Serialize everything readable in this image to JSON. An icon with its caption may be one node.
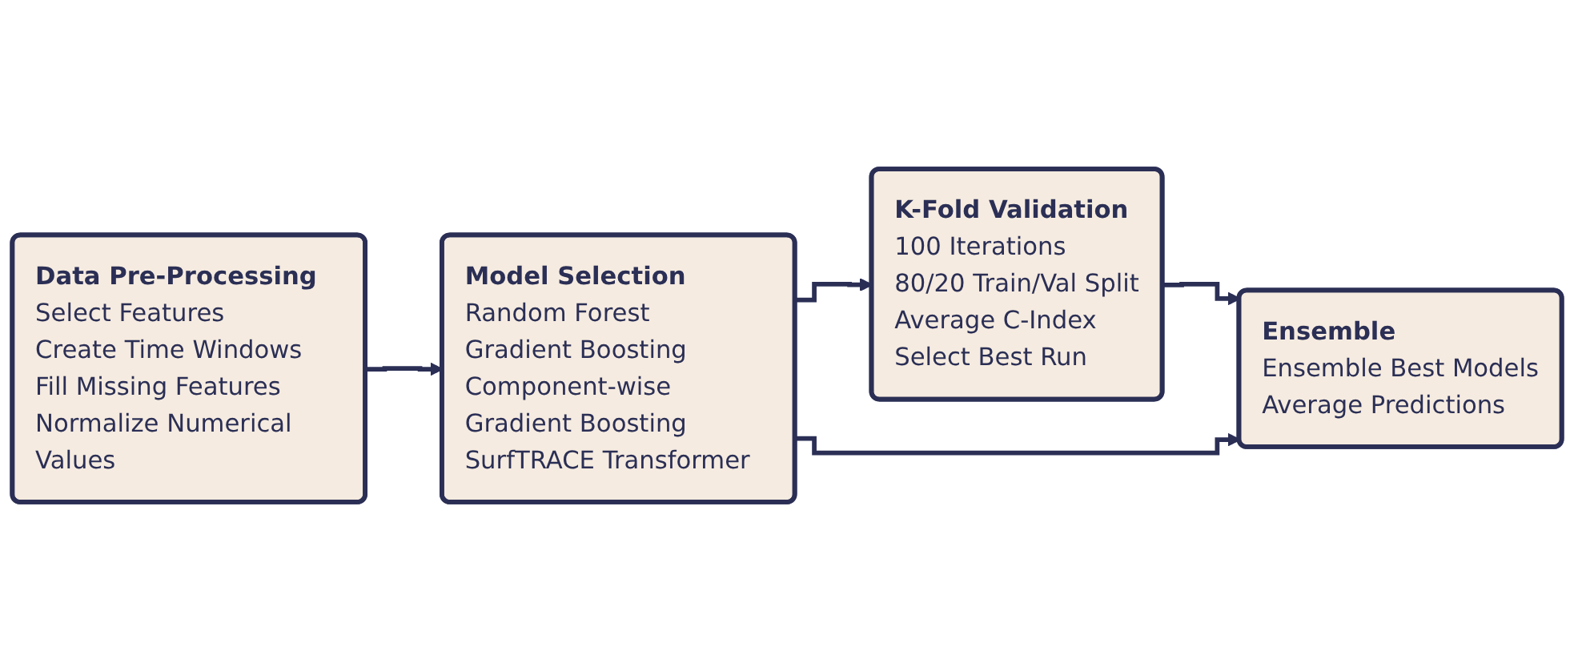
{
  "diagram": {
    "nodes": [
      {
        "text": [
          "Data Pre-Processing",
          "Select Features",
          "Create Time Windows",
          "Fill Missing Features",
          "Normalize Numerical Values"
        ]
      },
      {
        "text": [
          "Model Selection",
          "Random Forest",
          "Gradient Boosting",
          "Component-wise Gradient Boosting",
          "SurfTRACE Transformer"
        ]
      },
      {
        "text": [
          "K-Fold Validation",
          "100 Iterations",
          "80/20 Train/Val Split",
          "Average C-Index",
          "Select Best Run"
        ]
      },
      {
        "text": [
          "Ensemble",
          "Ensemble Best Models",
          "Average Predictions"
        ]
      }
    ],
    "edges": [
      {
        "from": 0,
        "to": 1,
        "arrow": "to"
      },
      {
        "from": 1,
        "to": 2,
        "arrow": "to"
      },
      {
        "from": 2,
        "to": 3,
        "arrow": "to"
      },
      {
        "from": 1,
        "to": 3,
        "arrow": "to"
      }
    ]
  }
}
